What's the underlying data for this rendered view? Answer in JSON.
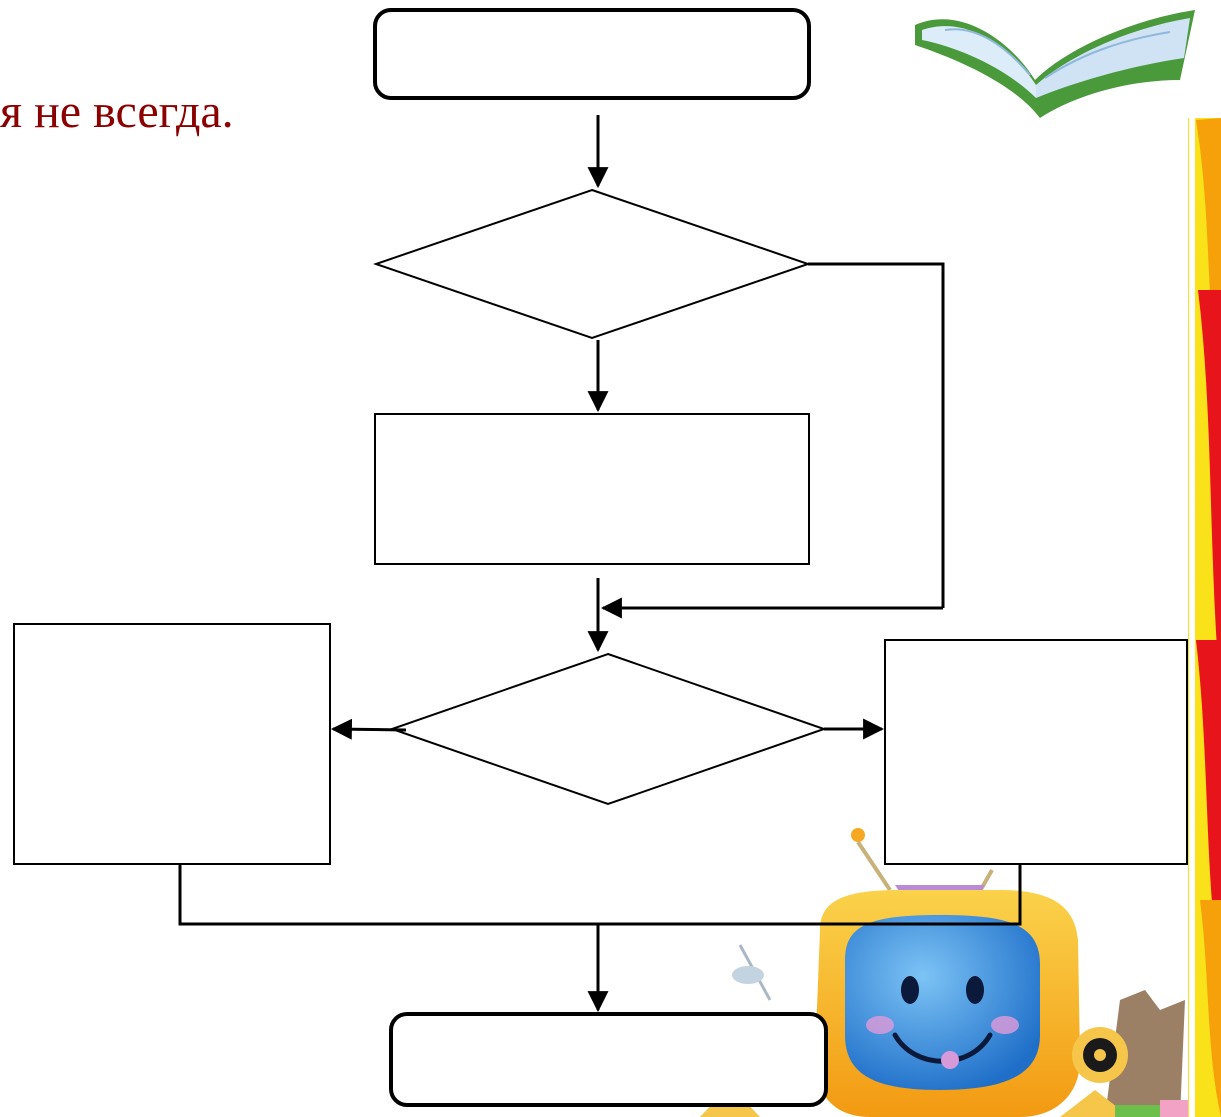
{
  "slide": {
    "title_fragment": "я не всегда."
  },
  "colors": {
    "title_text": "#8b0000",
    "outline": "#000000",
    "background": "#ffffff",
    "border_red": "#e8141c",
    "border_orange": "#f6a10a",
    "border_yellow": "#f9e21a",
    "book_cover": "#4a9a3c",
    "book_pages": "#cfe3f4",
    "robot_body": "#f6a822",
    "robot_screen": "#3d8fe0"
  },
  "decorations": {
    "book": "open-book-icon",
    "mascot": "robot-tv-mascot-icon"
  },
  "diagram": {
    "type": "flowchart",
    "nodes": [
      {
        "id": "start",
        "shape": "terminator",
        "text": ""
      },
      {
        "id": "decision-1",
        "shape": "decision",
        "text": ""
      },
      {
        "id": "process-1",
        "shape": "process",
        "text": ""
      },
      {
        "id": "decision-2",
        "shape": "decision",
        "text": ""
      },
      {
        "id": "process-left",
        "shape": "process",
        "text": ""
      },
      {
        "id": "process-right",
        "shape": "process",
        "text": ""
      },
      {
        "id": "end",
        "shape": "terminator",
        "text": ""
      }
    ],
    "edges": [
      {
        "from": "start",
        "to": "decision-1"
      },
      {
        "from": "decision-1",
        "to": "process-1"
      },
      {
        "from": "decision-1",
        "to": "decision-2",
        "route": "bypass-right"
      },
      {
        "from": "process-1",
        "to": "decision-2"
      },
      {
        "from": "decision-2",
        "to": "process-left"
      },
      {
        "from": "decision-2",
        "to": "process-right"
      },
      {
        "from": "process-left",
        "to": "end"
      },
      {
        "from": "process-right",
        "to": "end"
      }
    ]
  }
}
